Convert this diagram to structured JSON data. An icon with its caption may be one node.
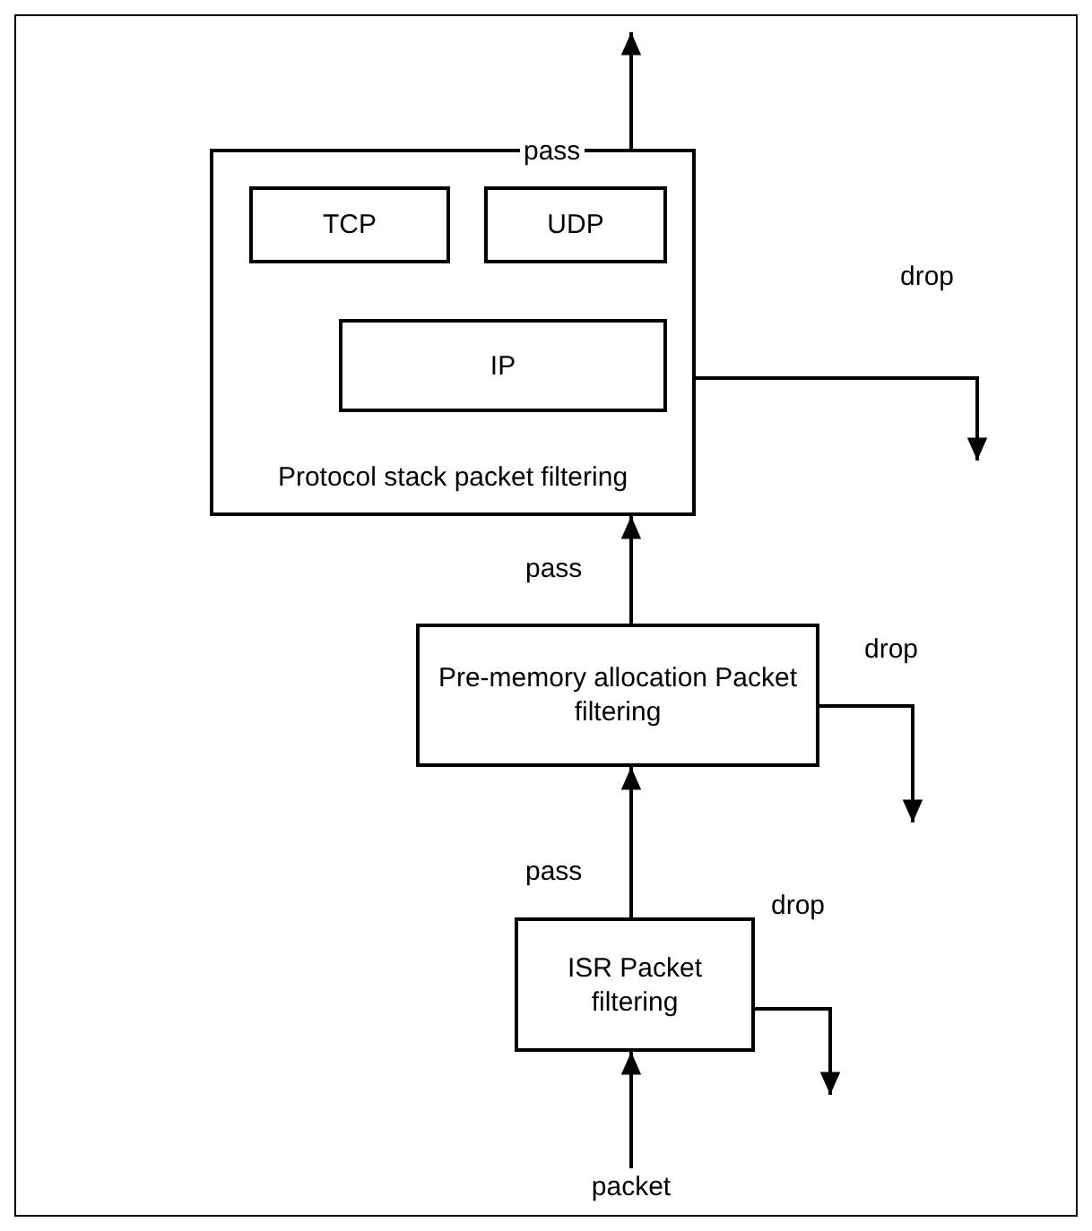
{
  "diagram": {
    "nodes": [
      {
        "text": [
          "Protocol stack packet filtering"
        ]
      },
      {
        "text": [
          "TCP"
        ],
        "in": 0
      },
      {
        "text": [
          "UDP"
        ],
        "in": 0
      },
      {
        "text": [
          "IP"
        ],
        "in": 0
      },
      {
        "text": [
          "Pre-memory allocation Packet filtering"
        ]
      },
      {
        "text": [
          "ISR Packet filtering"
        ]
      },
      {
        "text": [
          "packet"
        ]
      }
    ],
    "edges": [
      {
        "from": 0,
        "to": null,
        "arrow": "to",
        "label": "pass"
      },
      {
        "from": 0,
        "to": null,
        "arrow": "to",
        "label": "drop"
      },
      {
        "from": 4,
        "to": 0,
        "arrow": "to",
        "label": "pass"
      },
      {
        "from": 4,
        "to": null,
        "arrow": "to",
        "label": "drop"
      },
      {
        "from": 5,
        "to": 4,
        "arrow": "to",
        "label": "pass"
      },
      {
        "from": 5,
        "to": null,
        "arrow": "to",
        "label": "drop"
      },
      {
        "from": 6,
        "to": 5,
        "arrow": "to"
      }
    ]
  }
}
